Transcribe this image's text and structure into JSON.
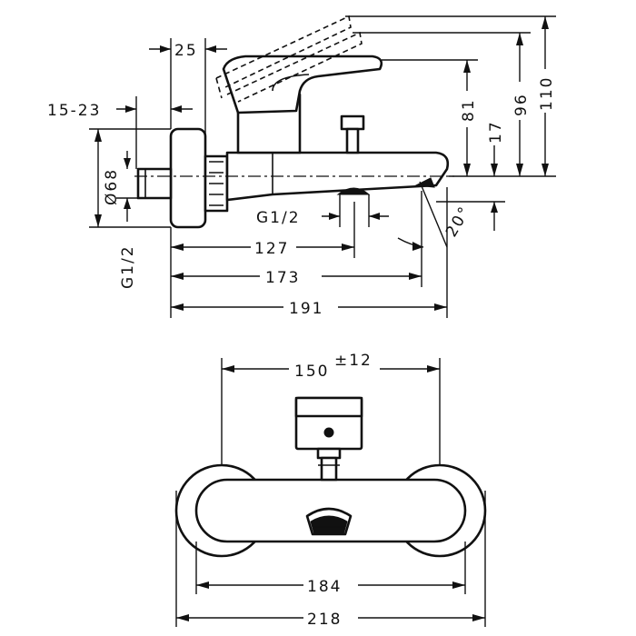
{
  "side_view": {
    "dimensions": {
      "d_25": "25",
      "d_15_23": "15-23",
      "d_dia68": "Ø68",
      "d_g12_inlet": "G1/2",
      "d_g12_outlet": "G1/2",
      "d_127": "127",
      "d_173": "173",
      "d_191": "191",
      "d_81": "81",
      "d_17": "17",
      "d_96": "96",
      "d_110": "110",
      "d_angle": "20°"
    }
  },
  "front_view": {
    "dimensions": {
      "d_150": "150",
      "d_150_tol": "±12",
      "d_184": "184",
      "d_218": "218"
    }
  }
}
